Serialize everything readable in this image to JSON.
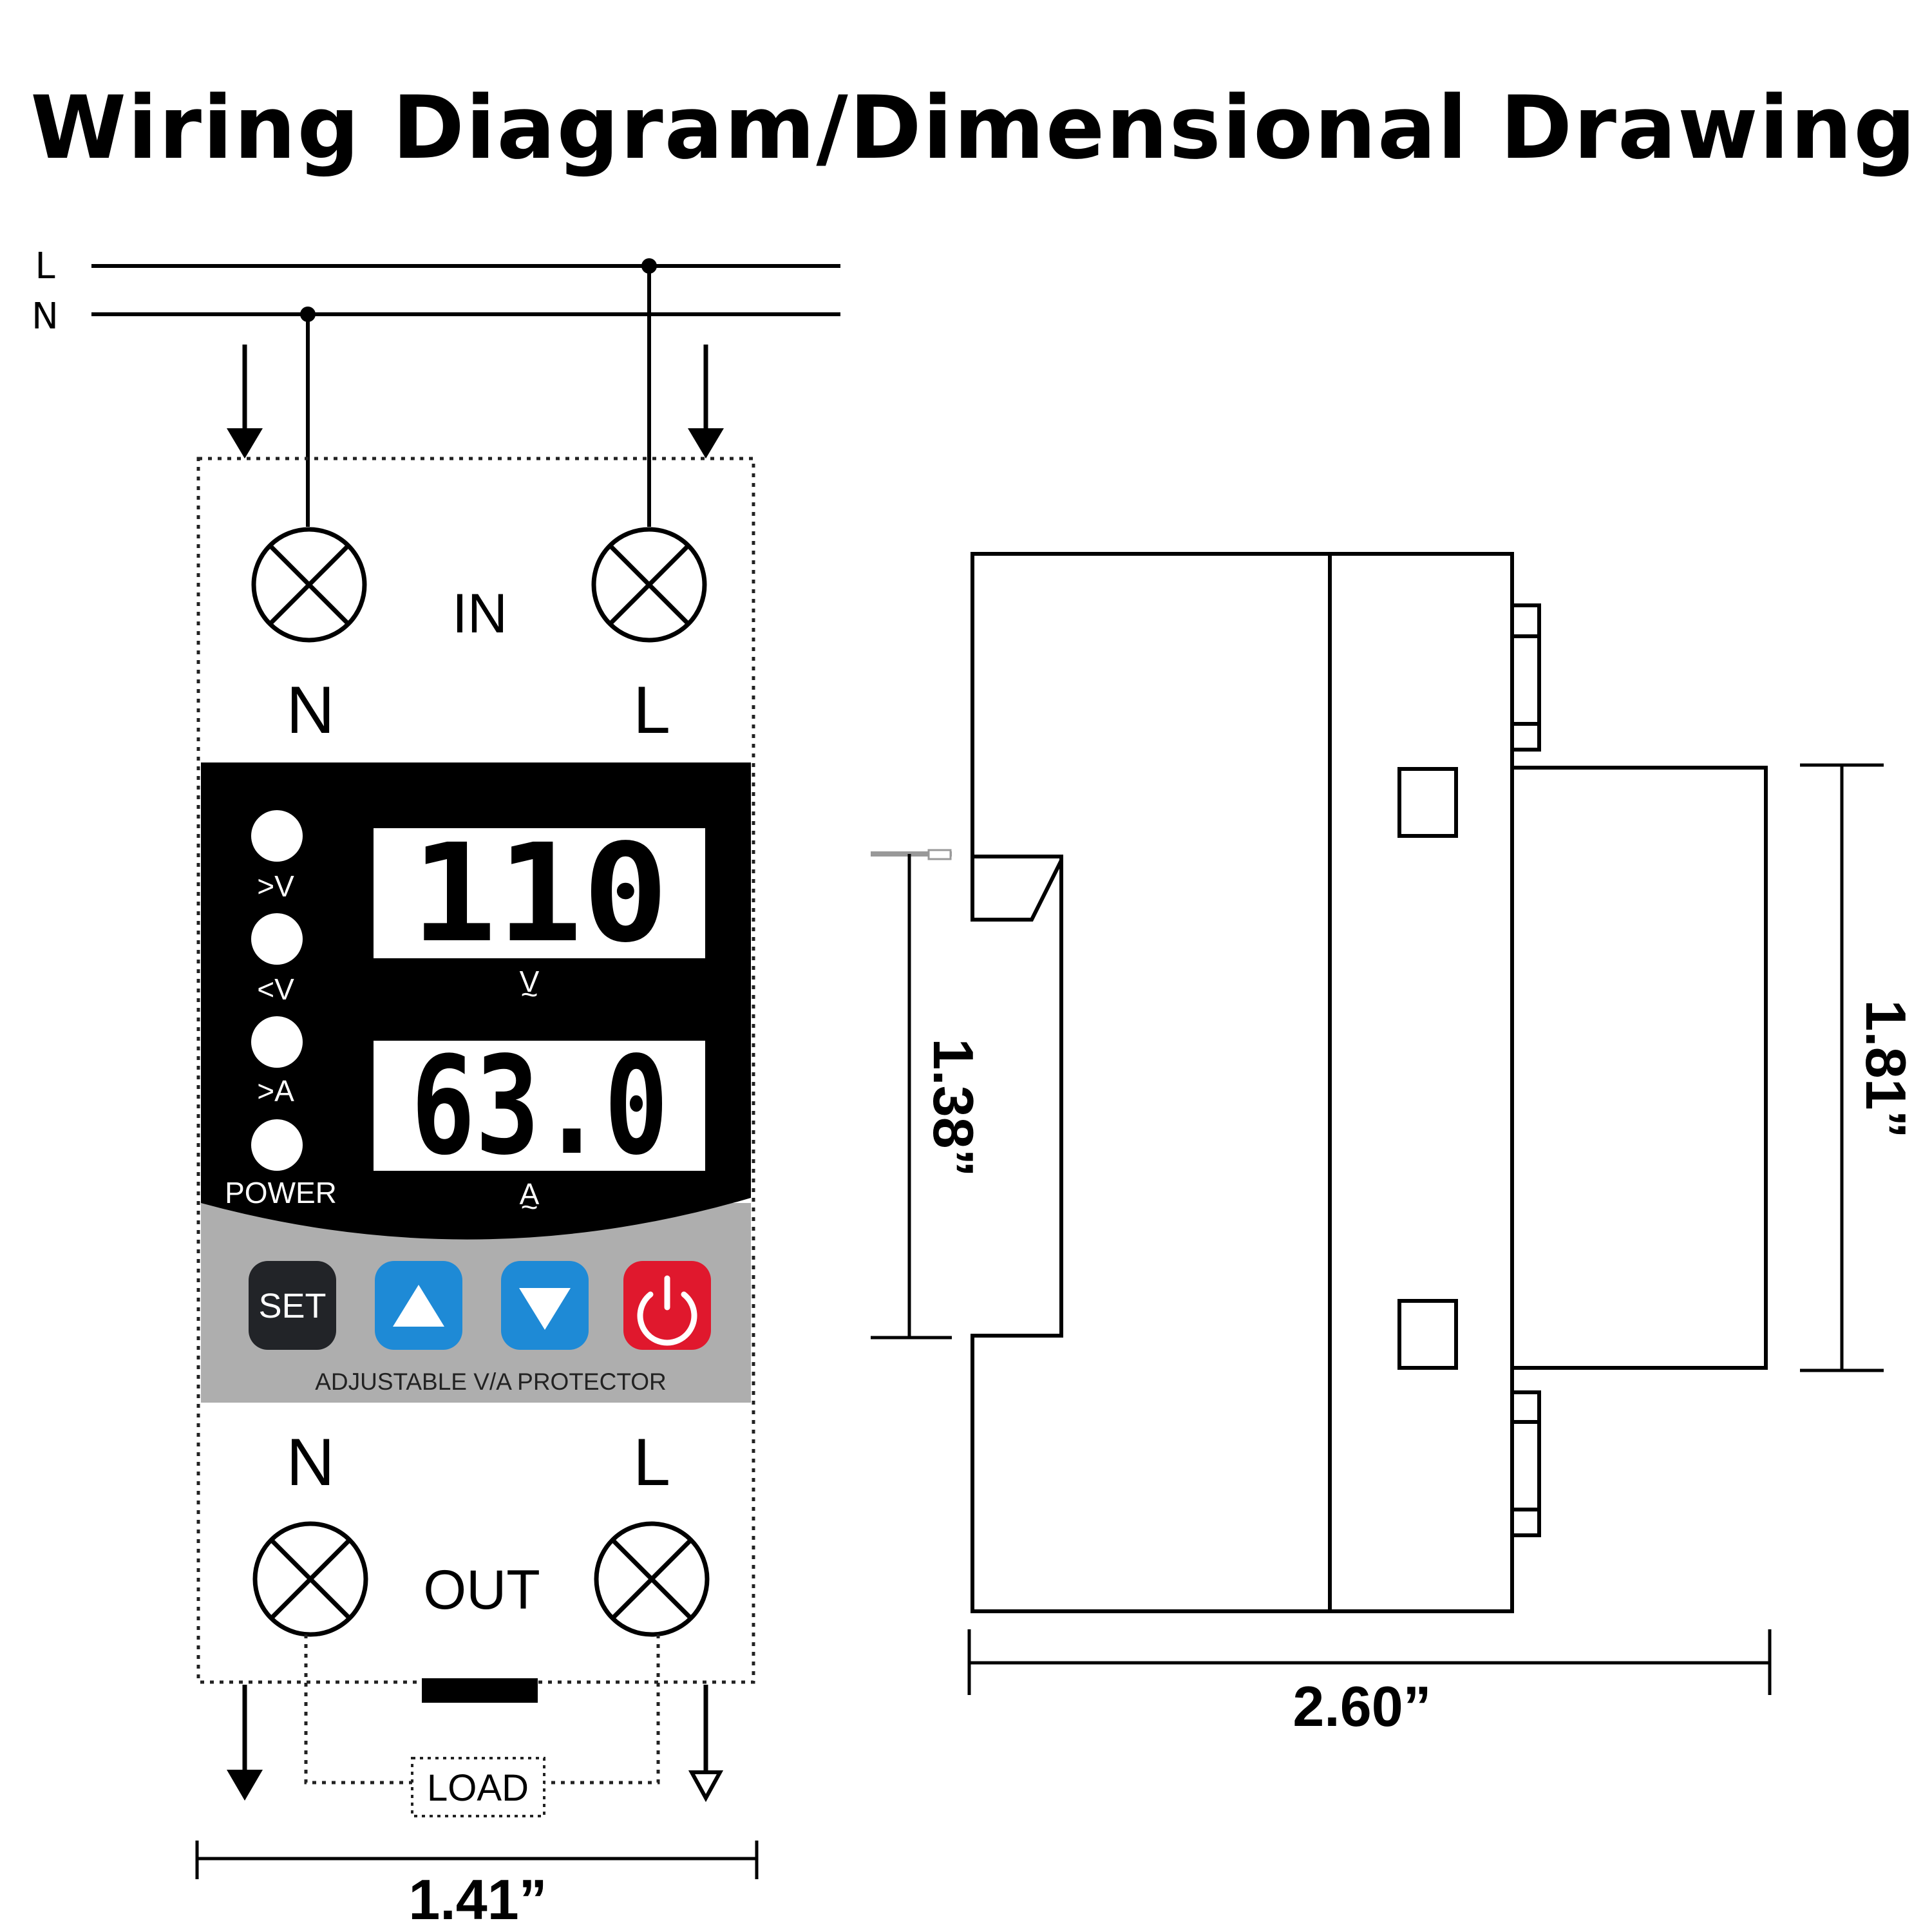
{
  "title": "Wiring Diagram/Dimensional Drawing",
  "wiring": {
    "bus_l": "L",
    "bus_n": "N",
    "in_label": "IN",
    "out_label": "OUT",
    "in_terminal_n": "N",
    "in_terminal_l": "L",
    "out_terminal_n": "N",
    "out_terminal_l": "L",
    "load_label": "LOAD"
  },
  "display": {
    "voltage": "110",
    "voltage_unit": "V",
    "current": "63.0",
    "current_unit": "A",
    "indicators": [
      ">V",
      "<V",
      ">A",
      "POWER"
    ]
  },
  "buttons": {
    "set": "SET",
    "protector_label": "ADJUSTABLE V/A PROTECTOR"
  },
  "dimensions": {
    "width_front": "1.41”",
    "depth": "2.60”",
    "height_rail": "1.38”",
    "height_body": "1.81”"
  },
  "colors": {
    "up_button": "#1e8ad6",
    "down_button": "#1e8ad6",
    "power_button": "#e0182d",
    "set_button": "#222428",
    "panel_gray": "#aeaeae"
  }
}
